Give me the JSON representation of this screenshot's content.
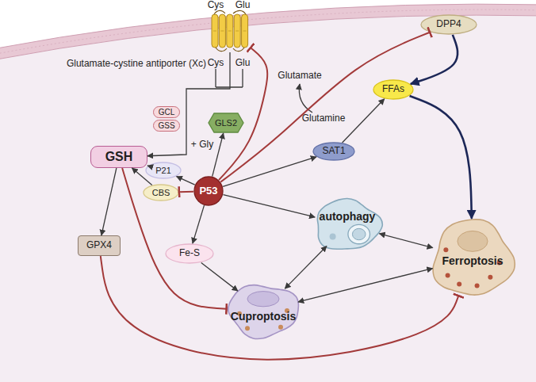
{
  "diagram": {
    "nodes": [
      {
        "text": [
          "Glutamate-cystine antiporter (Xc)"
        ]
      },
      {
        "text": [
          "GCL"
        ]
      },
      {
        "text": [
          "GSS"
        ]
      },
      {
        "text": [
          "GSH"
        ]
      },
      {
        "text": [
          "P21"
        ]
      },
      {
        "text": [
          "CBS"
        ]
      },
      {
        "text": [
          "P53"
        ]
      },
      {
        "text": [
          "GLS2"
        ]
      },
      {
        "text": [
          "DPP4"
        ]
      },
      {
        "text": [
          "SAT1"
        ]
      },
      {
        "text": [
          "FFAs"
        ]
      },
      {
        "text": [
          "GPX4"
        ]
      },
      {
        "text": [
          "Fe-S"
        ]
      },
      {
        "text": [
          "autophagy"
        ]
      },
      {
        "text": [
          "Cuproptosis"
        ]
      },
      {
        "text": [
          "Ferroptosis"
        ]
      }
    ],
    "edges": [
      {
        "from": 6,
        "to": 0,
        "arrow": "to"
      },
      {
        "from": 0,
        "to": 3,
        "arrow": "to"
      },
      {
        "from": 6,
        "to": 7,
        "arrow": "to"
      },
      {
        "from": 6,
        "to": 8,
        "arrow": "to"
      },
      {
        "from": 6,
        "to": 4,
        "arrow": "to"
      },
      {
        "from": 4,
        "to": 3,
        "arrow": "to"
      },
      {
        "from": 6,
        "to": 5,
        "arrow": "to"
      },
      {
        "from": 5,
        "to": 3,
        "arrow": "to"
      },
      {
        "from": 6,
        "to": 9,
        "arrow": "to"
      },
      {
        "from": 9,
        "to": 10,
        "arrow": "to"
      },
      {
        "from": 8,
        "to": 10,
        "arrow": "to"
      },
      {
        "from": 10,
        "to": 15,
        "arrow": "to"
      },
      {
        "from": 3,
        "to": 11,
        "arrow": "to"
      },
      {
        "from": 6,
        "to": 12,
        "arrow": "to"
      },
      {
        "from": 6,
        "to": 13,
        "arrow": "to"
      },
      {
        "from": 12,
        "to": 14,
        "arrow": "to"
      },
      {
        "from": 3,
        "to": 14,
        "arrow": "to"
      },
      {
        "from": 11,
        "to": 15,
        "arrow": "to"
      },
      {
        "from": 13,
        "to": 15,
        "arrow": "both"
      },
      {
        "from": 13,
        "to": 14,
        "arrow": "both"
      },
      {
        "from": 14,
        "to": 15,
        "arrow": "both"
      }
    ],
    "labels": [
      "Cys",
      "Glu",
      "Cys",
      "Glu",
      "Glutamate",
      "Glutamine",
      "+ Gly"
    ]
  }
}
